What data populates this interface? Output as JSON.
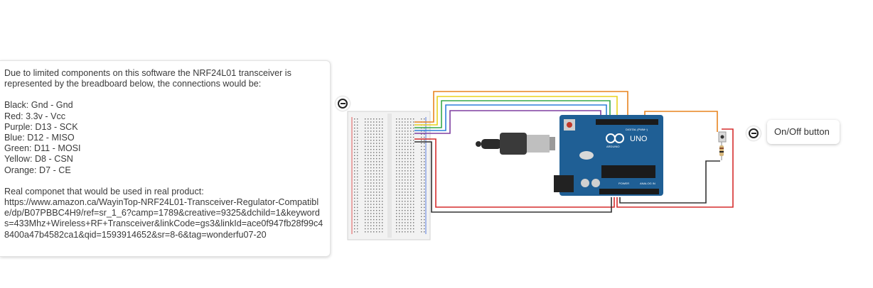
{
  "note": {
    "intro": "Due to limited components on this software the NRF24L01 transceiver is represented by the breadboard below, the connections would be:",
    "connections": [
      "Black: Gnd - Gnd",
      "Red: 3.3v - Vcc",
      "Purple: D13 - SCK",
      "Blue: D12 - MISO",
      "Green: D11 - MOSI",
      "Yellow: D8 - CSN",
      "Orange: D7 - CE"
    ],
    "real_component_label": "Real componet that would be used in real product:",
    "url": "https://www.amazon.ca/WayinTop-NRF24L01-Transceiver-Regulator-Compatible/dp/B07PBBC4H9/ref=sr_1_6?camp=1789&creative=9325&dchild=1&keywords=433Mhz+Wireless+RF+Transceiver&linkCode=gs3&linkId=ace0f947fb28f99c48400a47b4582ca1&qid=1593914652&sr=8-6&tag=wonderfu07-20"
  },
  "button_note": {
    "label": "On/Off button"
  },
  "board": {
    "logo_text": "UNO",
    "brand_text": "ARDUINO",
    "digital_label": "DIGITAL (PWM~)",
    "power_label": "POWER",
    "analog_label": "ANALOG IN"
  },
  "icons": {
    "collapse": "minus-circle-icon"
  },
  "colors": {
    "board_blue": "#1f5f95",
    "wire_orange": "#e8841f",
    "wire_yellow": "#e8d21f",
    "wire_green": "#37a84a",
    "wire_blue": "#2f7fd9",
    "wire_purple": "#7e3fa0",
    "wire_red": "#d62d2d",
    "wire_black": "#333333"
  }
}
